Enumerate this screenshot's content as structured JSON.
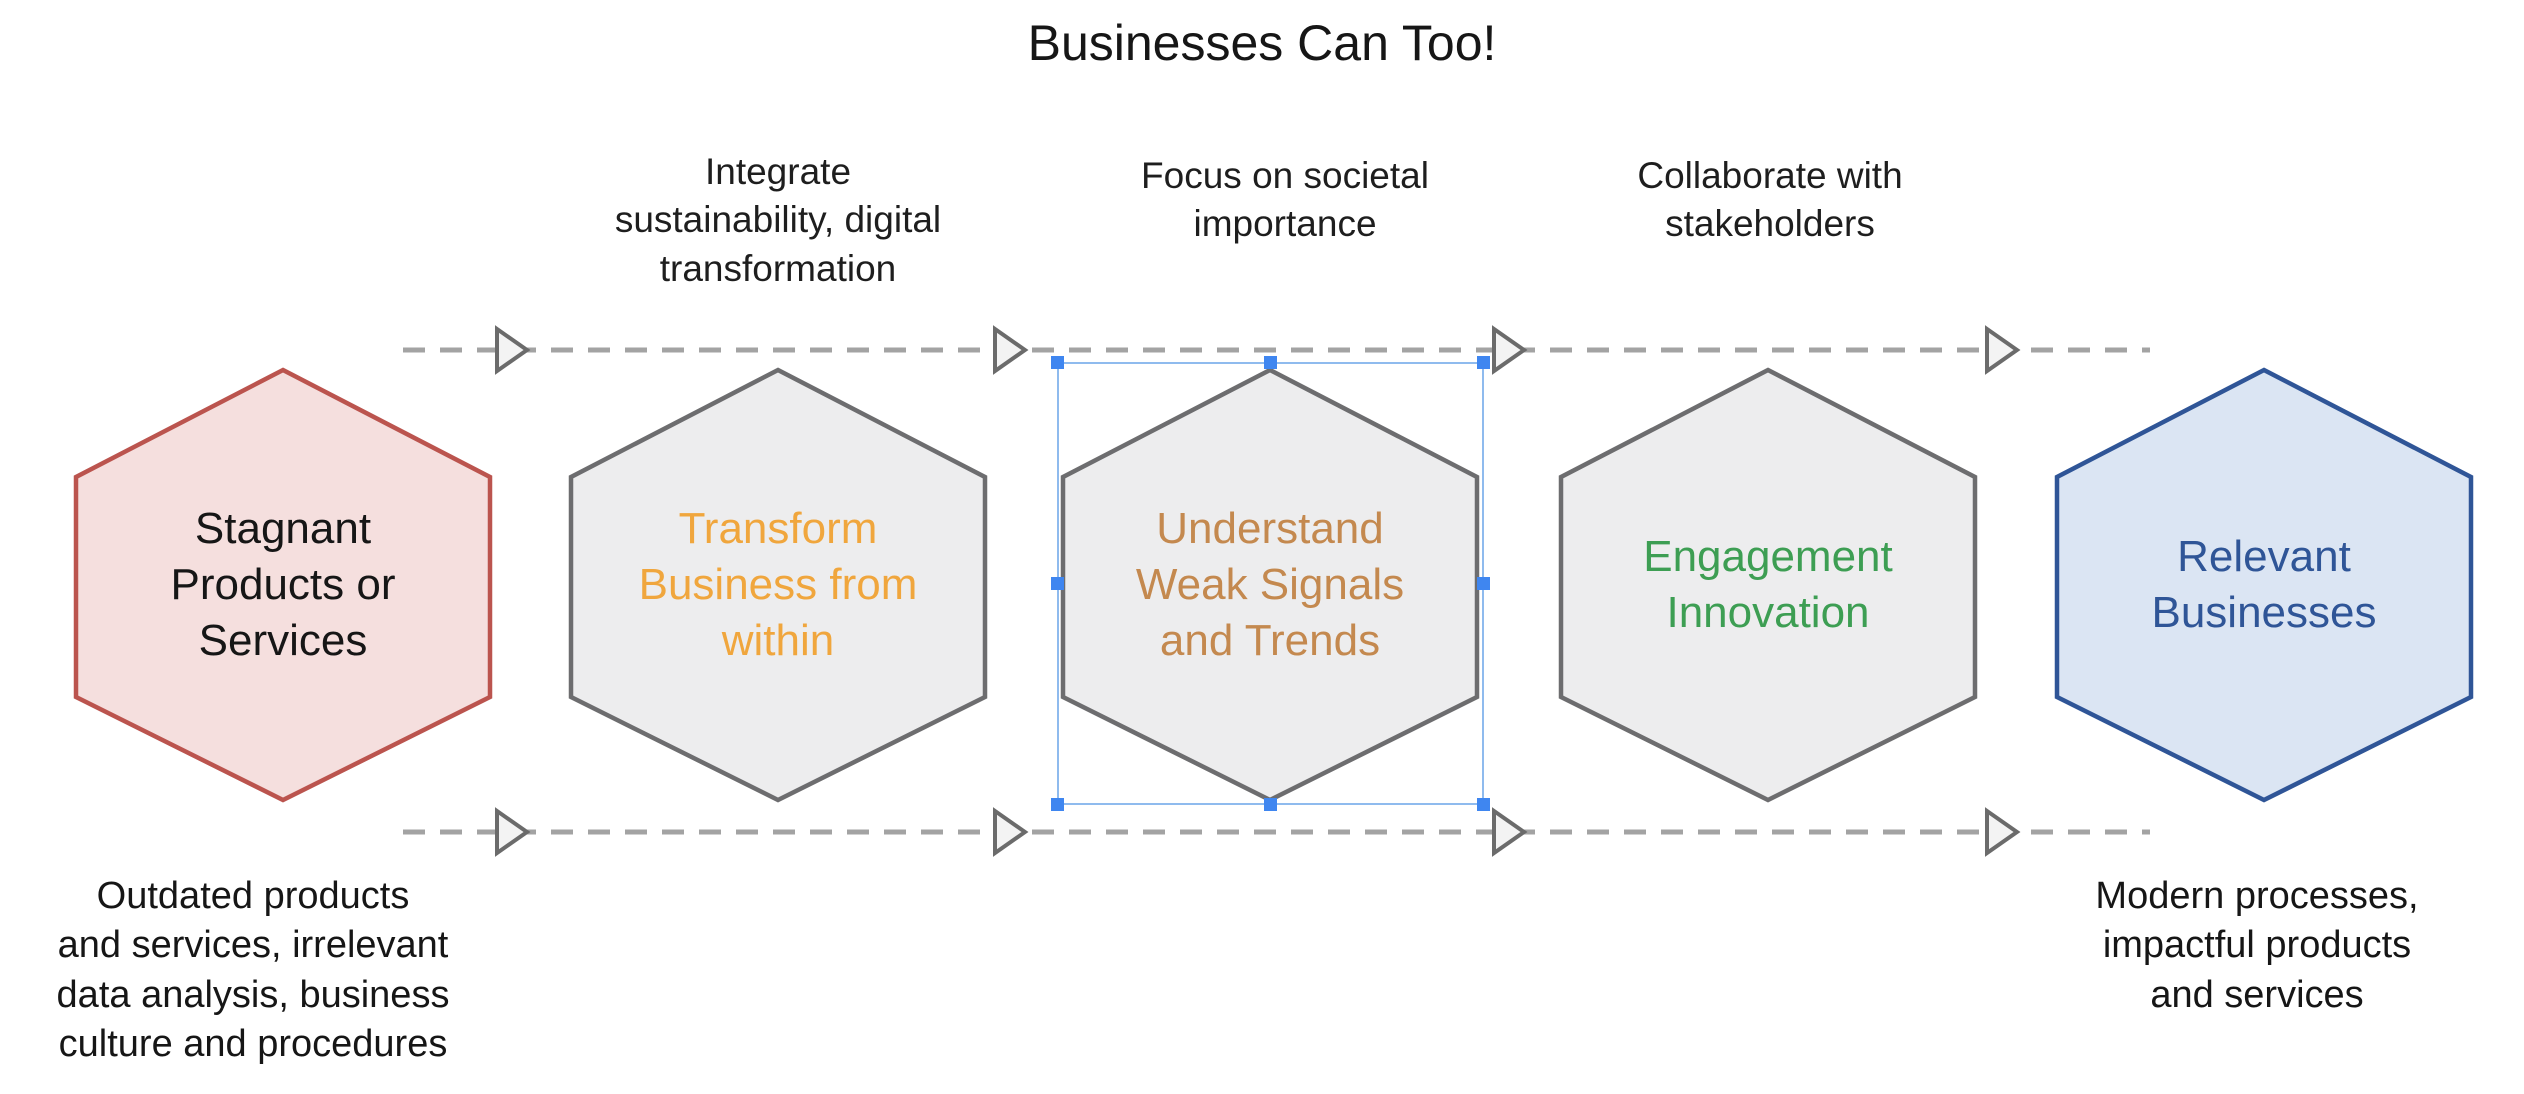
{
  "title": "Businesses Can Too!",
  "transitions": [
    {
      "label": "Integrate\nsustainability, digital\ntransformation"
    },
    {
      "label": "Focus on societal\nimportance"
    },
    {
      "label": "Collaborate with\nstakeholders"
    }
  ],
  "stages": [
    {
      "label": "Stagnant\nProducts or\nServices",
      "fill": "#F5DFDE",
      "border": "#BB544E",
      "text_color": "#161616",
      "selected": false
    },
    {
      "label": "Transform\nBusiness from\nwithin",
      "fill": "#EDEDEE",
      "border": "#6D6D6F",
      "text_color": "#F0A63D",
      "selected": false
    },
    {
      "label": "Understand\nWeak Signals\nand Trends",
      "fill": "#EDEDEE",
      "border": "#6D6D6F",
      "text_color": "#C4894F",
      "selected": true
    },
    {
      "label": "Engagement\nInnovation",
      "fill": "#EDEDEE",
      "border": "#6D6D6F",
      "text_color": "#3D9E53",
      "selected": false
    },
    {
      "label": "Relevant\nBusinesses",
      "fill": "#DBE5F3",
      "border": "#2F5597",
      "text_color": "#2F5597",
      "selected": false
    }
  ],
  "annotations": {
    "left": "Outdated products\nand services, irrelevant\ndata analysis, business\nculture and procedures",
    "right": "Modern processes,\nimpactful products\nand services"
  },
  "palette": {
    "connector_dash": "#A3A3A3",
    "arrowhead_fill": "#F3F3F3",
    "arrowhead_stroke": "#6B6B6B",
    "selection_outline": "#8FBBEE",
    "selection_handle": "#3F86F0"
  }
}
